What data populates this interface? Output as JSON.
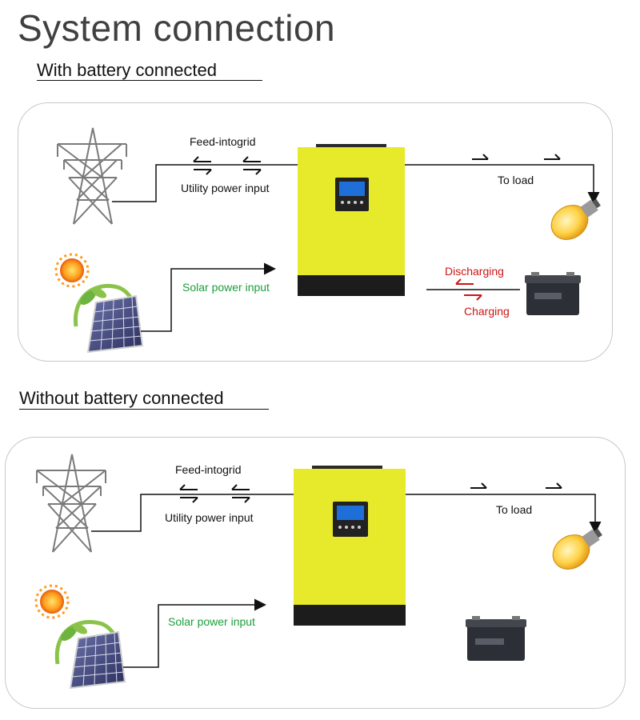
{
  "page": {
    "title": "System connection"
  },
  "sections": [
    {
      "heading": "With battery connected",
      "labels": {
        "feed": "Feed-intogrid",
        "utility": "Utility power input",
        "to_load": "To load",
        "solar": "Solar power input",
        "discharging": "Discharging",
        "charging": "Charging"
      }
    },
    {
      "heading": "Without battery connected",
      "labels": {
        "feed": "Feed-intogrid",
        "utility": "Utility power input",
        "to_load": "To load",
        "solar": "Solar power input"
      }
    }
  ],
  "colors": {
    "inverter_body": "#e6ea2a",
    "inverter_base": "#1c1c1c",
    "solar_label": "#1a9e3a",
    "battery_flow": "#cc1515",
    "wire": "#111111"
  }
}
